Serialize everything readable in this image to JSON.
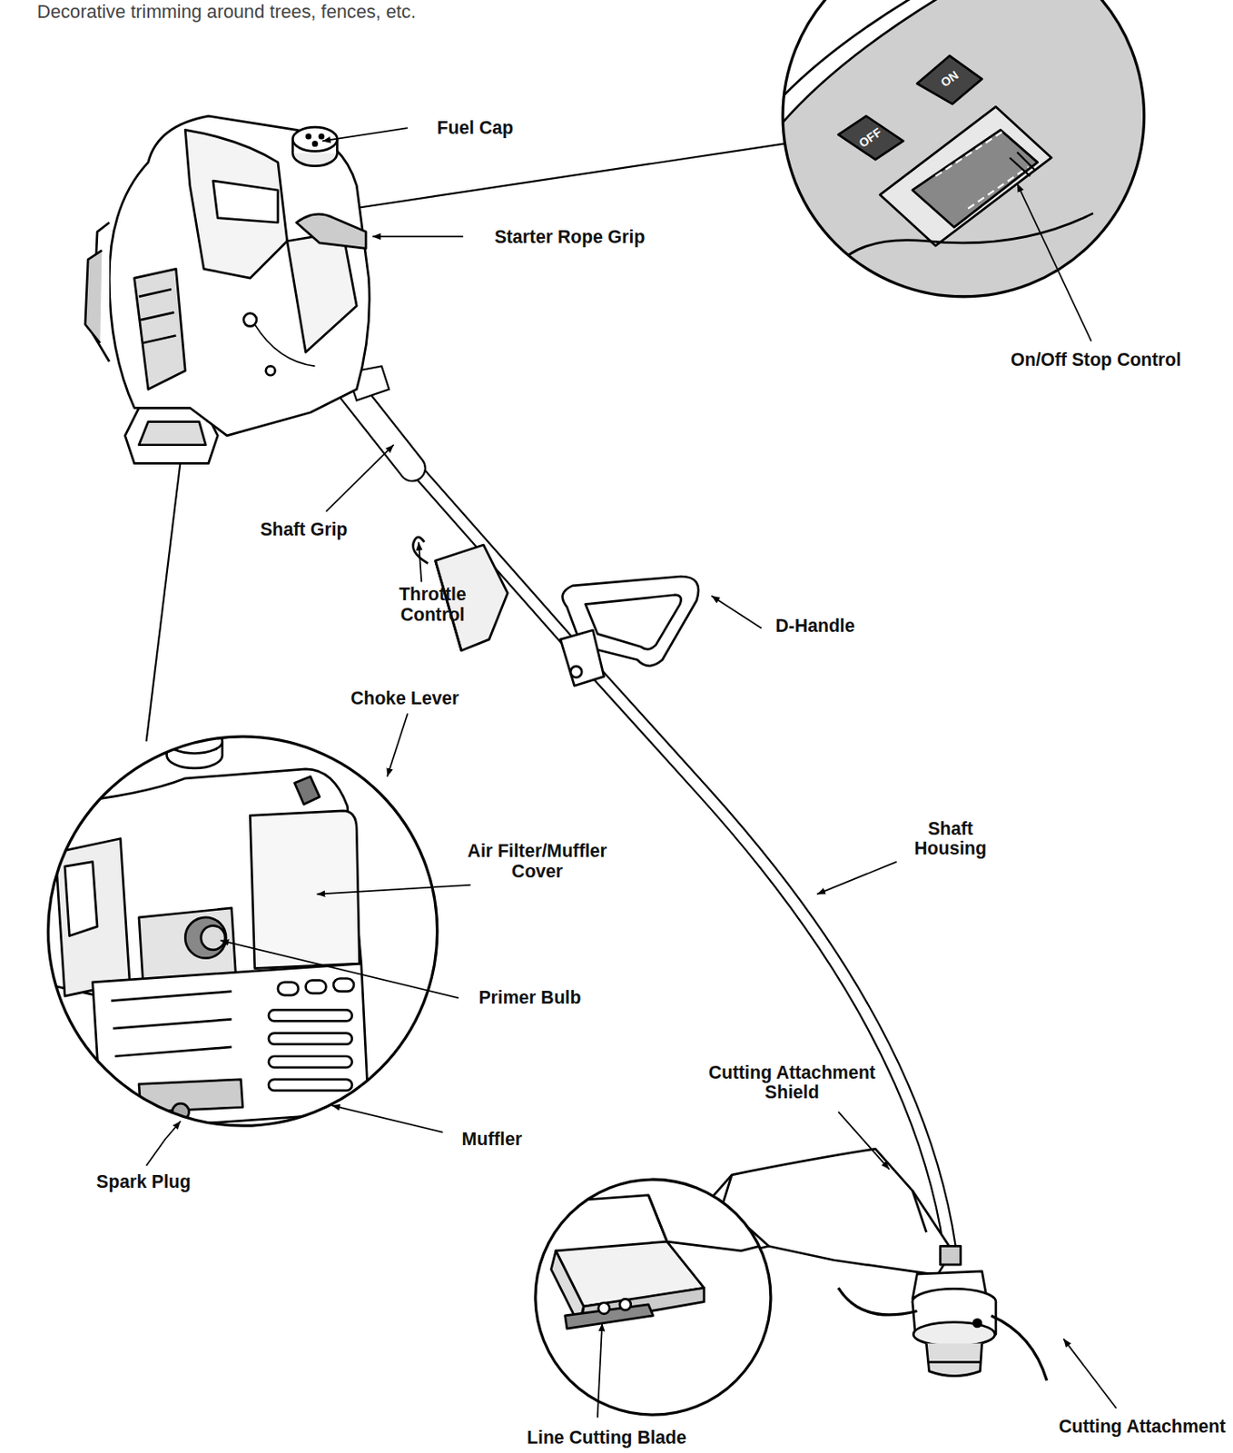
{
  "diagram": {
    "labels": [
      "Decorative trimming around trees, fences, etc.",
      "Fuel Cap",
      "Starter Rope Grip",
      "OFF",
      "ON",
      "On/Off Stop Control",
      "Shaft Grip",
      "Throttle Control",
      "D-Handle",
      "Choke Lever",
      "Air Filter/Muffler Cover",
      "Primer Bulb",
      "Shaft Housing",
      "Muffler",
      "Spark Plug",
      "Cutting Attachment Shield",
      "Line Cutting Blade",
      "Cutting Attachment"
    ]
  }
}
